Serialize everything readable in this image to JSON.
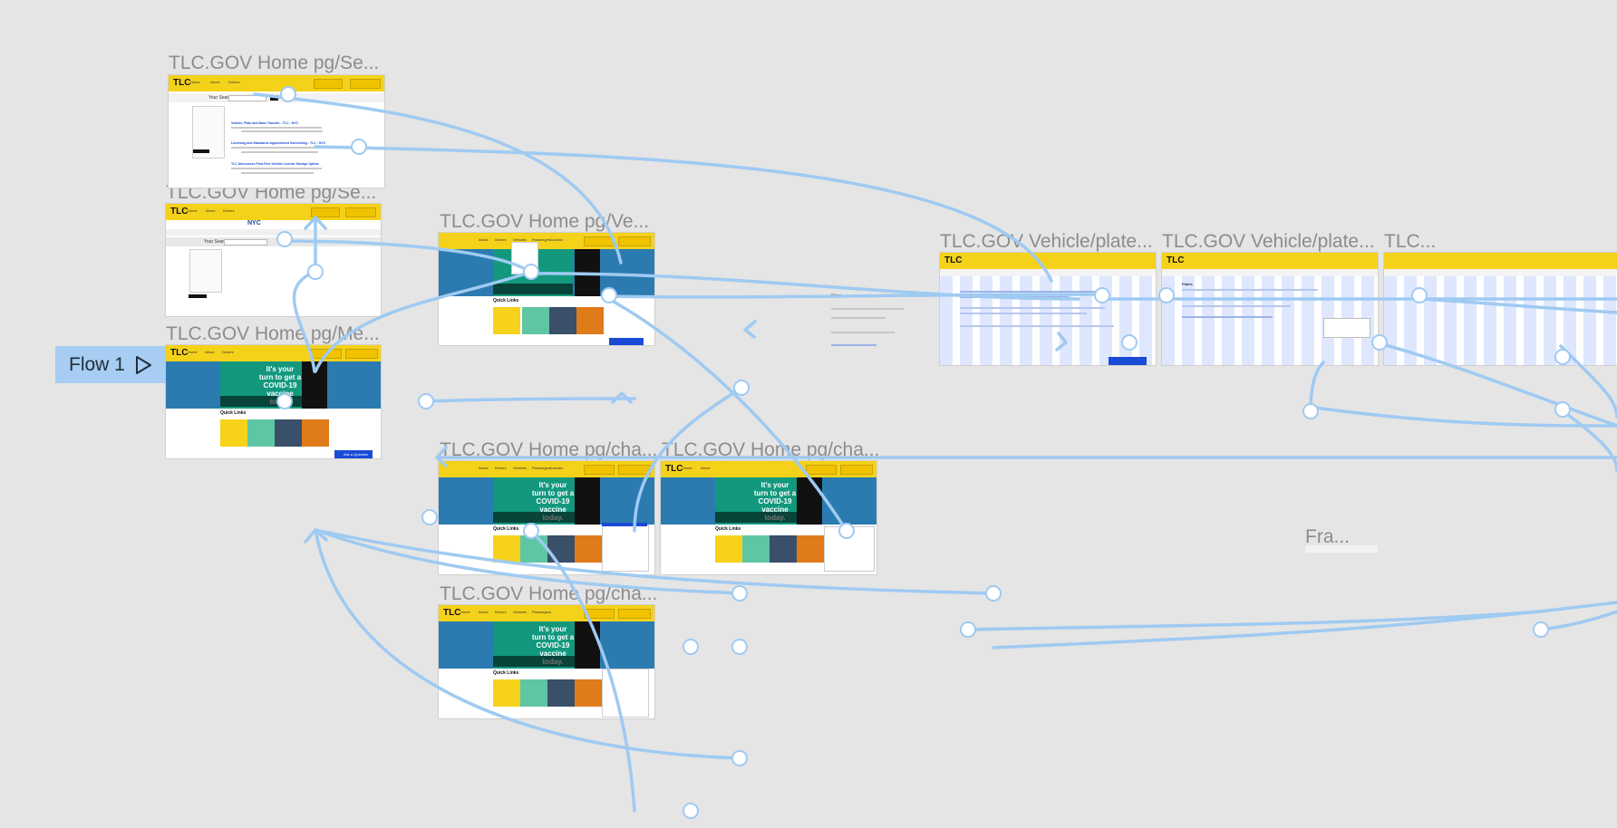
{
  "canvas": {
    "background": "#e5e5e5",
    "connector_color": "#9fcaf2",
    "flow_tag_color": "#a7cdf2"
  },
  "flow": {
    "label": "Flow 1",
    "icon": "play-outline-icon"
  },
  "frames": [
    {
      "id": "search-results",
      "label": "TLC.GOV Home pg/Se..."
    },
    {
      "id": "search-empty",
      "label": "TLC.GOV Home pg/Se..."
    },
    {
      "id": "vehicle-menu",
      "label": "TLC.GOV Home pg/Ve..."
    },
    {
      "id": "home-main",
      "label": "TLC.GOV Home pg/Me..."
    },
    {
      "id": "chat-1",
      "label": "TLC.GOV Home pg/cha..."
    },
    {
      "id": "chat-2",
      "label": "TLC.GOV Home pg/cha..."
    },
    {
      "id": "chat-3",
      "label": "TLC.GOV Home pg/cha..."
    },
    {
      "id": "vehicle-plate-1",
      "label": "TLC.GOV Vehicle/plate..."
    },
    {
      "id": "vehicle-plate-2",
      "label": "TLC.GOV Vehicle/plate..."
    },
    {
      "id": "tlc-cut",
      "label": "TLC..."
    },
    {
      "id": "frame-cut",
      "label": "Fra..."
    }
  ],
  "mini": {
    "logo": "TLC",
    "nyc_logo": "NYC",
    "your_search": "Your Search:",
    "quick_links": "Quick Links",
    "hero_message": "It's your turn to get a COVID-19 vaccine today.",
    "ask_question": "Ask a Question",
    "nav": {
      "home": "Home",
      "about": "About",
      "drivers": "Drivers",
      "vehicles": "Vehicles",
      "passengers": "Passengers",
      "contact": "Contact"
    },
    "results": [
      "Vehicle, Plate and Base Transfer - TLC - NYC",
      "Licensing and Standards Appointment Scheduling - TLC - NYC",
      "TLC Announces First Fine Vehicle License Storage Option"
    ],
    "plate_heading": "Plates"
  },
  "colors": {
    "tlc_yellow": "#f5d21a",
    "hero_blue": "#2b7bb0",
    "vaccine_green": "#13987e",
    "ask_button": "#1a4bd6",
    "label_grey": "#8c8c8c",
    "wire_grid": "#dfe7ff"
  }
}
